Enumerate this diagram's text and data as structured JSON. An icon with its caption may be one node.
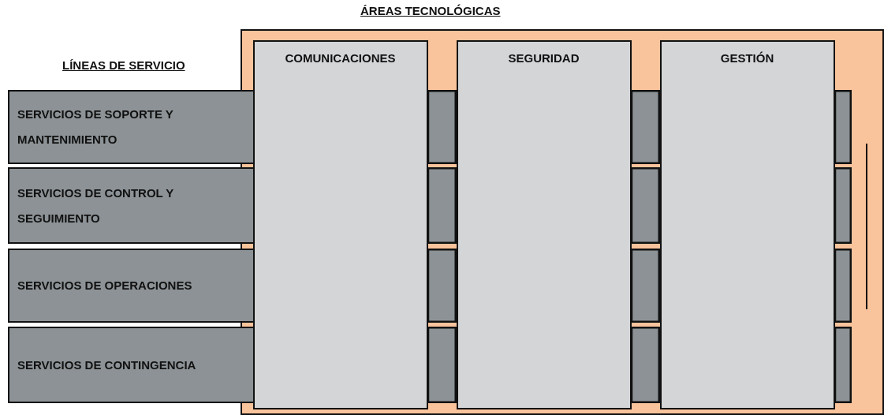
{
  "diagram": {
    "nodes": [
      {
        "text": [
          "ÁREAS TECNOLÓGICAS"
        ]
      },
      {
        "text": [
          "COMUNICACIONES"
        ],
        "in": 0
      },
      {
        "text": [
          "SEGURIDAD"
        ],
        "in": 0
      },
      {
        "text": [
          "GESTIÓN"
        ],
        "in": 0
      },
      {
        "text": [
          "SERVICIOS DE SOPORTE Y MANTENIMIENTO"
        ]
      },
      {
        "text": [
          "SERVICIOS DE CONTROL Y SEGUIMIENTO"
        ]
      },
      {
        "text": [
          "SERVICIOS DE OPERACIONES"
        ]
      },
      {
        "text": [
          "SERVICIOS DE CONTINGENCIA"
        ]
      }
    ],
    "labels": [
      "LÍNEAS DE SERVICIO"
    ]
  }
}
